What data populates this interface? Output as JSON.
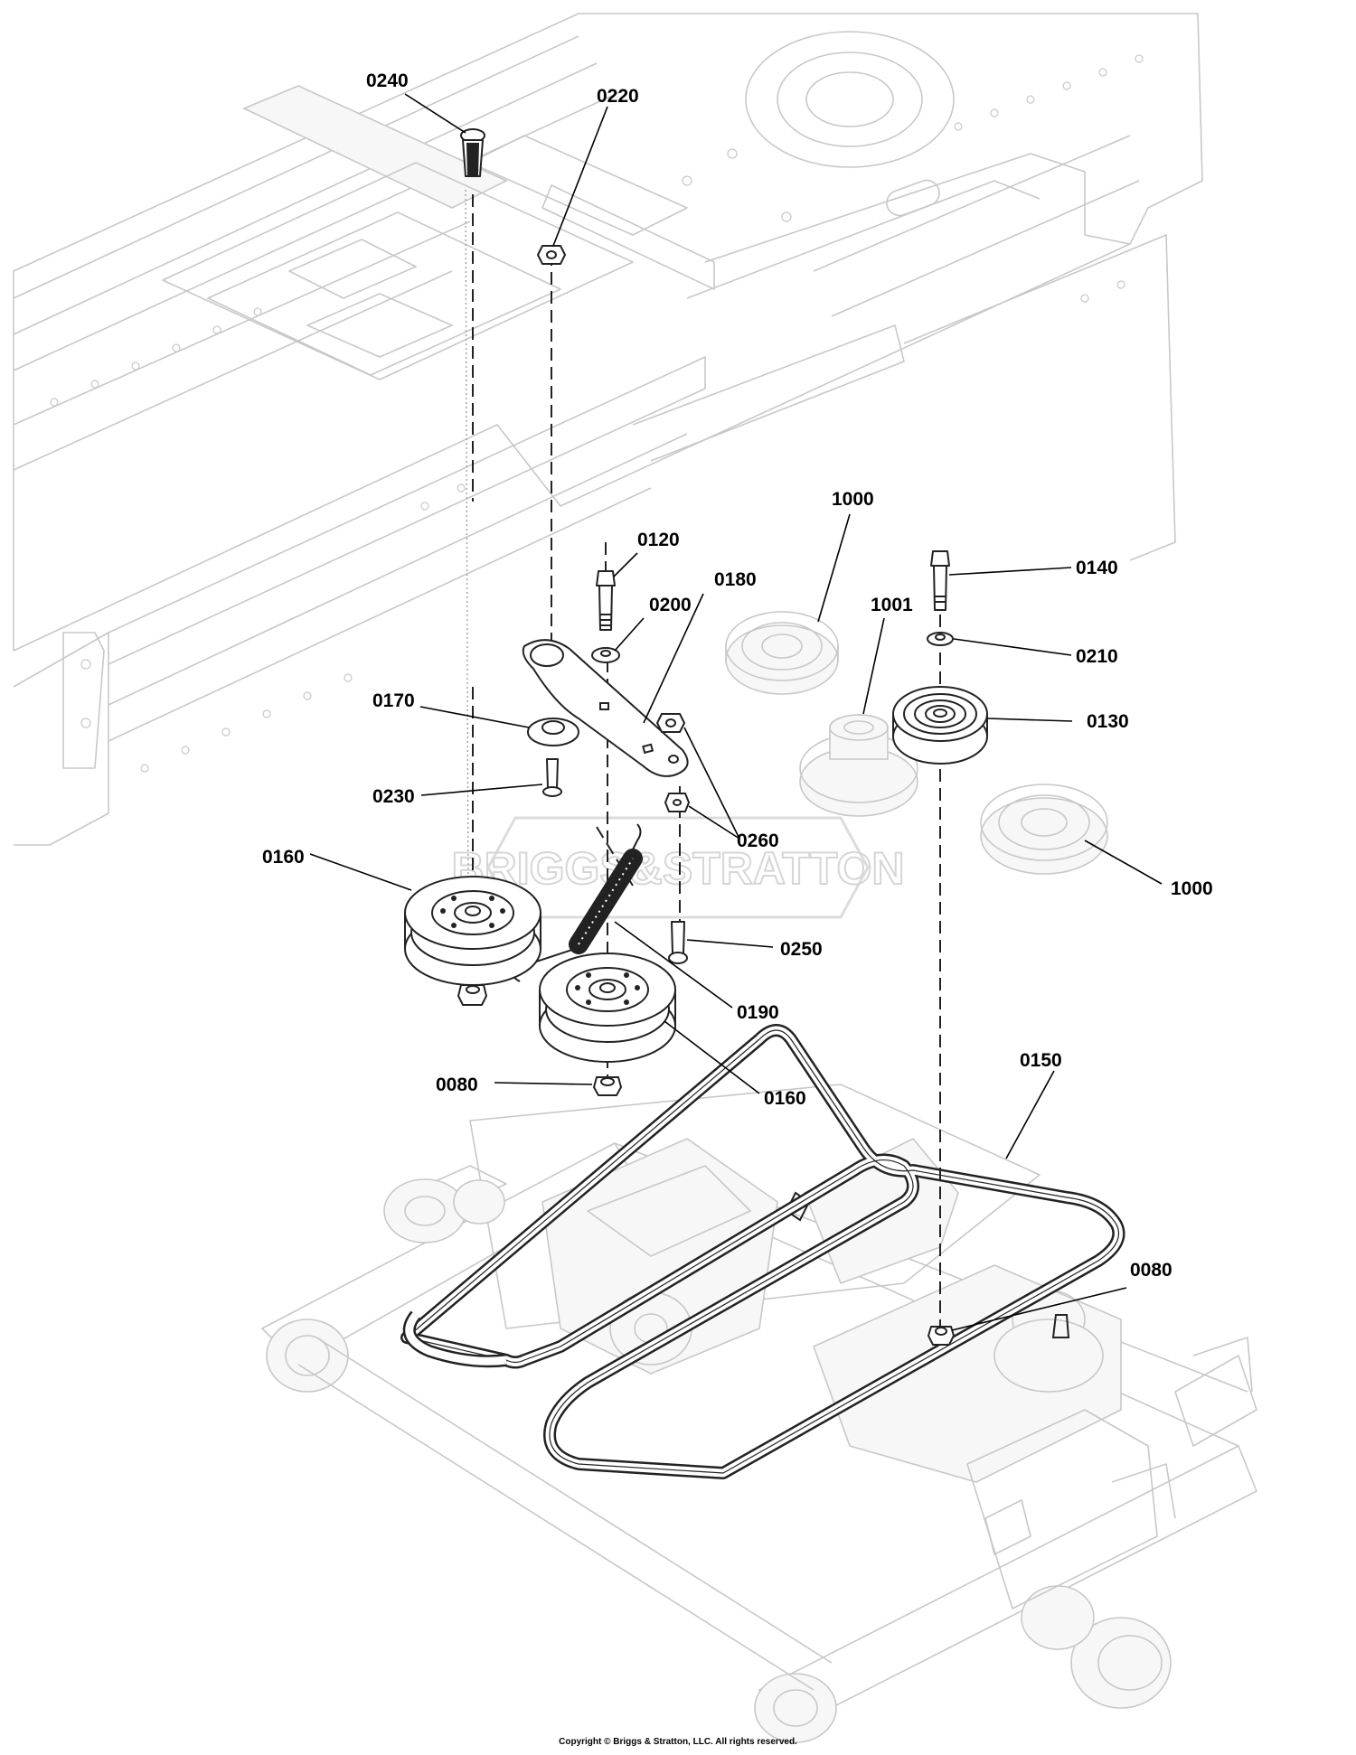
{
  "callouts": [
    {
      "id": "c0240",
      "text": "0240"
    },
    {
      "id": "c0220",
      "text": "0220"
    },
    {
      "id": "c1000a",
      "text": "1000"
    },
    {
      "id": "c0120",
      "text": "0120"
    },
    {
      "id": "c0180",
      "text": "0180"
    },
    {
      "id": "c0200",
      "text": "0200"
    },
    {
      "id": "c0140",
      "text": "0140"
    },
    {
      "id": "c1001",
      "text": "1001"
    },
    {
      "id": "c0210",
      "text": "0210"
    },
    {
      "id": "c0170",
      "text": "0170"
    },
    {
      "id": "c0130",
      "text": "0130"
    },
    {
      "id": "c0230",
      "text": "0230"
    },
    {
      "id": "c0260",
      "text": "0260"
    },
    {
      "id": "c1000b",
      "text": "1000"
    },
    {
      "id": "c0160a",
      "text": "0160"
    },
    {
      "id": "c0250",
      "text": "0250"
    },
    {
      "id": "c0190",
      "text": "0190"
    },
    {
      "id": "c0150",
      "text": "0150"
    },
    {
      "id": "c0080a",
      "text": "0080"
    },
    {
      "id": "c0160b",
      "text": "0160"
    },
    {
      "id": "c0080b",
      "text": "0080"
    }
  ],
  "watermark": {
    "text": "BRIGGS&STRATTON"
  },
  "footer": {
    "copyright": "Copyright © Briggs & Stratton, LLC. All rights reserved."
  }
}
